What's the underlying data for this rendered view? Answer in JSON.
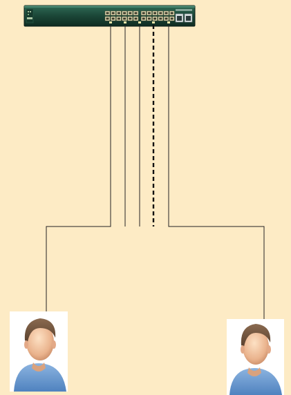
{
  "diagram": {
    "background_color": "#fdebc5",
    "switch": {
      "icon": "network-switch-icon",
      "body_color": "#1e4a3a",
      "port_count_top": 24,
      "uplink_ports": 2
    },
    "links": [
      {
        "from": "switch-port-a",
        "to": "user-left",
        "style": "solid"
      },
      {
        "from": "switch-port-b",
        "to": "unconnected",
        "style": "solid"
      },
      {
        "from": "switch-port-c",
        "to": "unconnected",
        "style": "solid"
      },
      {
        "from": "switch-port-d",
        "to": "unconnected",
        "style": "dashed"
      },
      {
        "from": "switch-port-e",
        "to": "user-right",
        "style": "solid"
      }
    ],
    "users": [
      {
        "id": "user-left",
        "icon": "user-avatar-icon"
      },
      {
        "id": "user-right",
        "icon": "user-avatar-icon"
      }
    ]
  }
}
